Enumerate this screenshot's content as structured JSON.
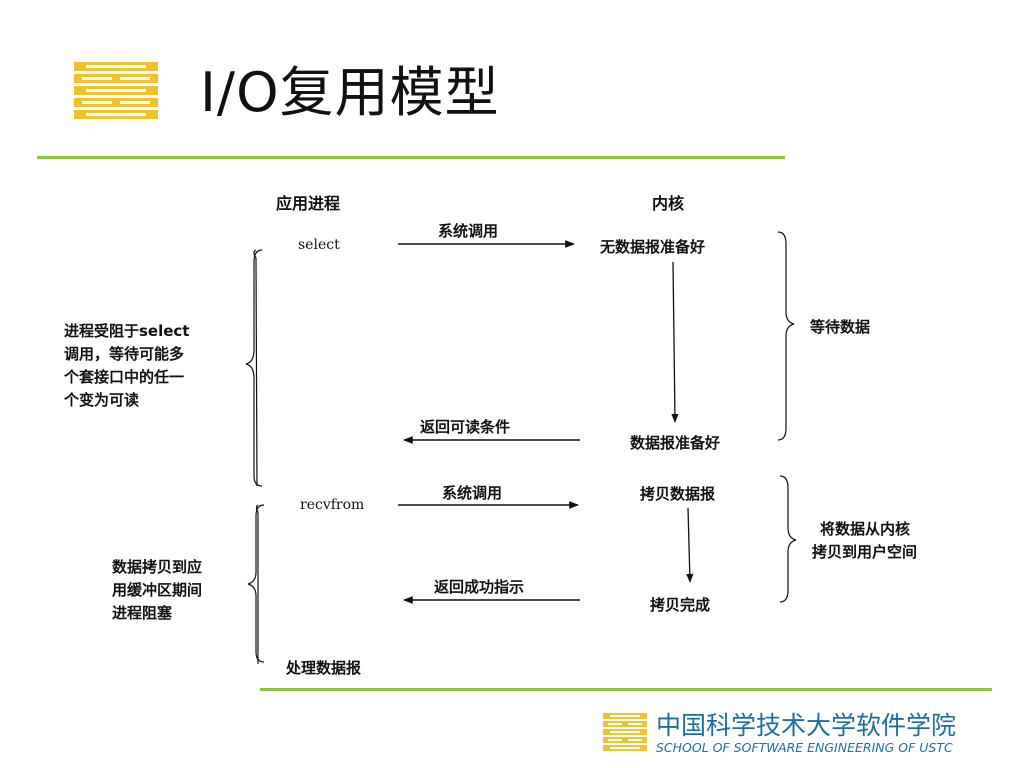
{
  "slide": {
    "title": "I/O复用模型"
  },
  "diagram": {
    "col_app": "应用进程",
    "col_kernel": "内核",
    "app_select": "select",
    "app_recvfrom": "recvfrom",
    "app_process": "处理数据报",
    "arrow_syscall_1": "系统调用",
    "arrow_return_readable": "返回可读条件",
    "arrow_syscall_2": "系统调用",
    "arrow_return_success": "返回成功指示",
    "kernel_not_ready": "无数据报准备好",
    "kernel_ready": "数据报准备好",
    "kernel_copy": "拷贝数据报",
    "kernel_copy_done": "拷贝完成",
    "right_wait": "等待数据",
    "right_copy_line1": "将数据从内核",
    "right_copy_line2": "拷贝到用户空间",
    "left_block_line1": "进程受阻于select",
    "left_block_line2": "调用，等待可能多",
    "left_block_line3": "个套接口中的任一",
    "left_block_line4": "个变为可读",
    "left_copy_line1": "数据拷贝到应",
    "left_copy_line2": "用缓冲区期间",
    "left_copy_line3": "进程阻塞"
  },
  "footer": {
    "school_cn": "中国科学技术大学软件学院",
    "school_en": "SCHOOL OF SOFTWARE ENGINEERING OF USTC"
  },
  "colors": {
    "logo_yellow": "#f2c12e",
    "rule_green": "#8dc63f",
    "school_blue": "#1e6f9e"
  }
}
